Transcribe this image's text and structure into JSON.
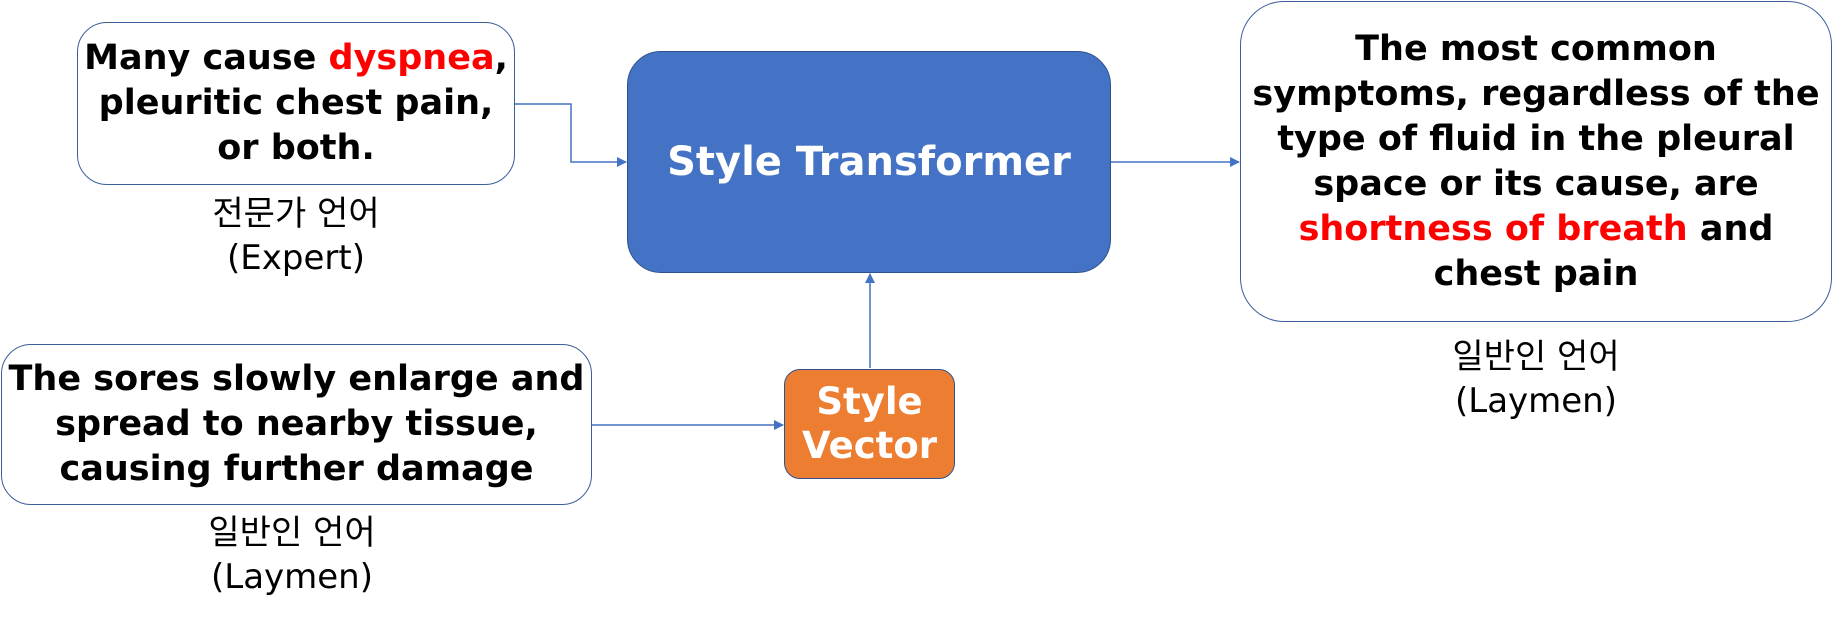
{
  "expert_box": {
    "line1_prefix": "Many cause ",
    "line1_highlight": "dyspnea",
    "line1_suffix": ",",
    "line2": "pleuritic chest pain,",
    "line3": "or both."
  },
  "expert_caption": {
    "korean": "전문가 언어",
    "english": "(Expert)"
  },
  "laymen_input_box": {
    "line1": "The sores slowly enlarge and",
    "line2": "spread to nearby tissue,",
    "line3": "causing further damage"
  },
  "laymen_input_caption": {
    "korean": "일반인 언어",
    "english": "(Laymen)"
  },
  "transformer": {
    "label": "Style Transformer"
  },
  "style_vector": {
    "line1": "Style",
    "line2": "Vector"
  },
  "output_box": {
    "line1": "The most common",
    "line2": "symptoms, regardless of the",
    "line3": "type of fluid in the pleural",
    "line4": "space or its cause, are",
    "line5_highlight": "shortness of breath",
    "line5_suffix": " and",
    "line6": "chest pain"
  },
  "output_caption": {
    "korean": "일반인 언어",
    "english": "(Laymen)"
  },
  "colors": {
    "transformer_fill": "#4472c4",
    "vector_fill": "#ed7d31",
    "border": "#3b5f9a",
    "highlight": "#ff0000",
    "arrow": "#4472c4"
  }
}
